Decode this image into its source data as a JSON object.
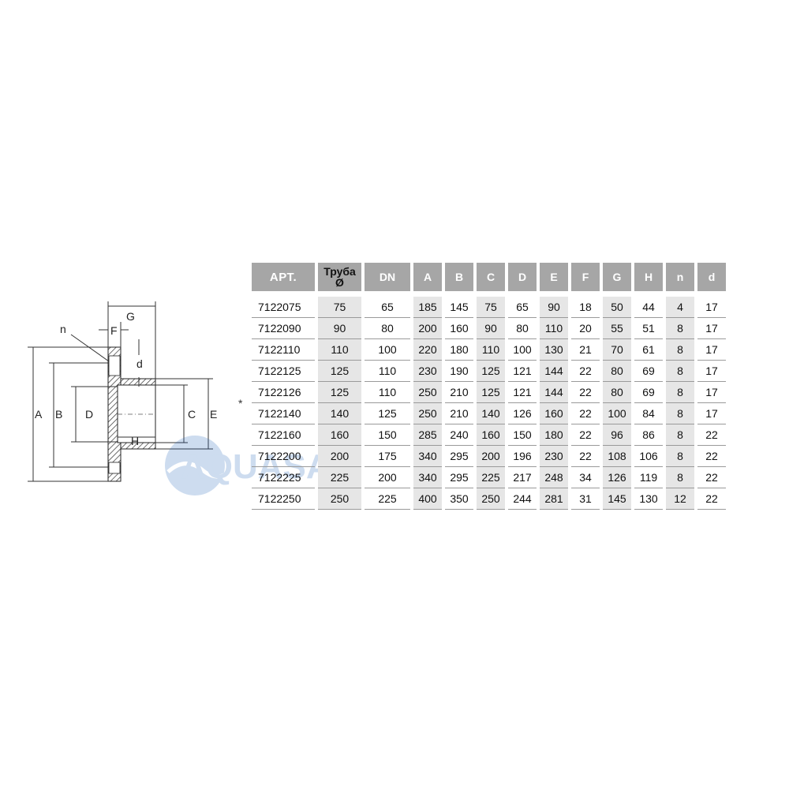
{
  "drawing": {
    "labels": {
      "A": "A",
      "B": "B",
      "D": "D",
      "C": "C",
      "E": "E",
      "G": "G",
      "F": "F",
      "n": "n",
      "d": "d",
      "H": "H"
    }
  },
  "watermark": {
    "text": "AQUASAS"
  },
  "marker": {
    "star": "*"
  },
  "table": {
    "headers": {
      "art": "АРТ.",
      "pipe_line1": "Труба",
      "pipe_line2": "Ø",
      "dn": "DN",
      "a": "A",
      "b": "B",
      "c": "C",
      "d": "D",
      "e": "E",
      "f": "F",
      "g": "G",
      "h": "H",
      "n": "n",
      "dd": "d"
    },
    "rows": [
      [
        "7122075",
        "75",
        "65",
        "185",
        "145",
        "75",
        "65",
        "90",
        "18",
        "50",
        "44",
        "4",
        "17"
      ],
      [
        "7122090",
        "90",
        "80",
        "200",
        "160",
        "90",
        "80",
        "110",
        "20",
        "55",
        "51",
        "8",
        "17"
      ],
      [
        "7122110",
        "110",
        "100",
        "220",
        "180",
        "110",
        "100",
        "130",
        "21",
        "70",
        "61",
        "8",
        "17"
      ],
      [
        "7122125",
        "125",
        "110",
        "230",
        "190",
        "125",
        "121",
        "144",
        "22",
        "80",
        "69",
        "8",
        "17"
      ],
      [
        "7122126",
        "125",
        "110",
        "250",
        "210",
        "125",
        "121",
        "144",
        "22",
        "80",
        "69",
        "8",
        "17"
      ],
      [
        "7122140",
        "140",
        "125",
        "250",
        "210",
        "140",
        "126",
        "160",
        "22",
        "100",
        "84",
        "8",
        "17"
      ],
      [
        "7122160",
        "160",
        "150",
        "285",
        "240",
        "160",
        "150",
        "180",
        "22",
        "96",
        "86",
        "8",
        "22"
      ],
      [
        "7122200",
        "200",
        "175",
        "340",
        "295",
        "200",
        "196",
        "230",
        "22",
        "108",
        "106",
        "8",
        "22"
      ],
      [
        "7122225",
        "225",
        "200",
        "340",
        "295",
        "225",
        "217",
        "248",
        "34",
        "126",
        "119",
        "8",
        "22"
      ],
      [
        "7122250",
        "250",
        "225",
        "400",
        "350",
        "250",
        "244",
        "281",
        "31",
        "145",
        "130",
        "12",
        "22"
      ]
    ]
  }
}
